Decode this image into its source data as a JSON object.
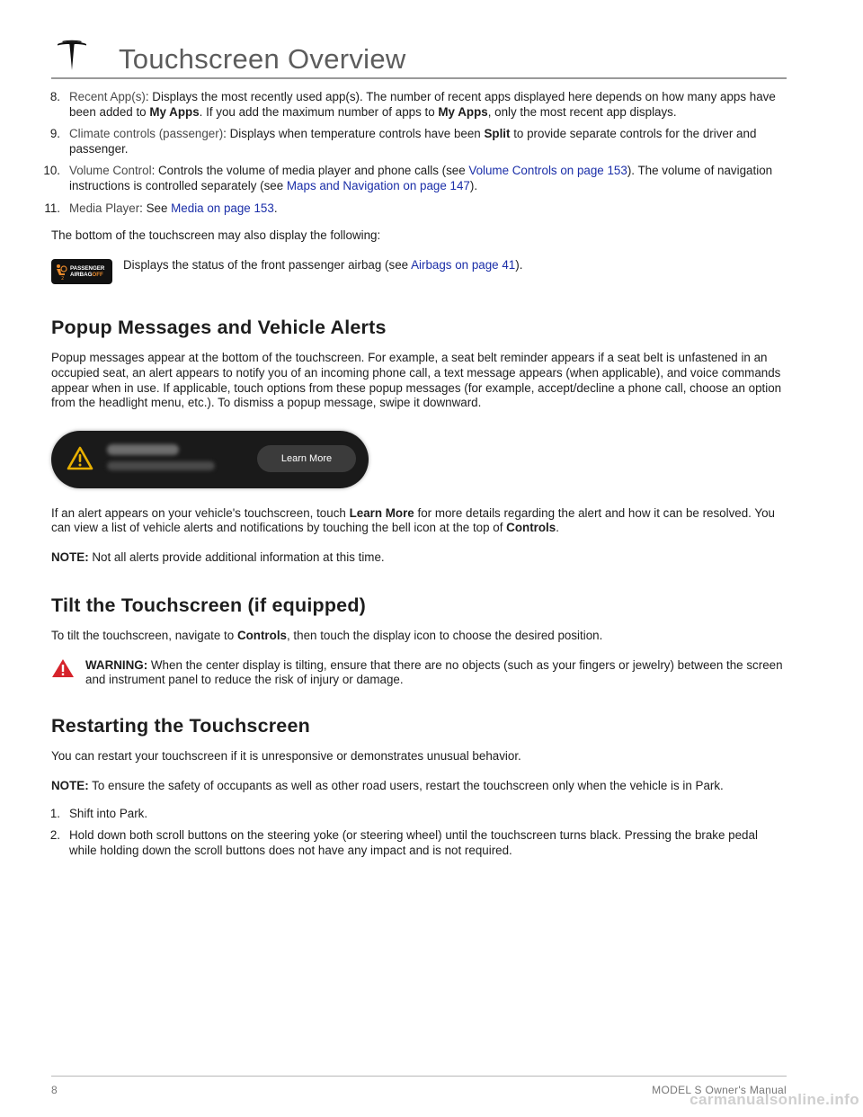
{
  "header": {
    "title": "Touchscreen Overview"
  },
  "list1": [
    {
      "num": "8.",
      "term": "Recent App(s)",
      "segments": [
        {
          "t": ": Displays the most recently used app(s). The number of recent apps displayed here depends on how many apps have been added to "
        },
        {
          "b": "My Apps"
        },
        {
          "t": ". If you add the maximum number of apps to "
        },
        {
          "b": "My Apps"
        },
        {
          "t": ", only the most recent app displays."
        }
      ]
    },
    {
      "num": "9.",
      "term": "Climate controls (passenger)",
      "segments": [
        {
          "t": ": Displays when temperature controls have been "
        },
        {
          "b": "Split"
        },
        {
          "t": " to provide separate controls for the driver and passenger."
        }
      ]
    },
    {
      "num": "10.",
      "term": "Volume Control",
      "segments": [
        {
          "t": ": Controls the volume of media player and phone calls (see "
        },
        {
          "l": "Volume Controls on page 153"
        },
        {
          "t": "). The volume of navigation instructions is controlled separately (see "
        },
        {
          "l": "Maps and Navigation on page 147"
        },
        {
          "t": ")."
        }
      ]
    },
    {
      "num": "11.",
      "term": "Media Player",
      "segments": [
        {
          "t": ": See "
        },
        {
          "l": "Media on page 153"
        },
        {
          "t": "."
        }
      ]
    }
  ],
  "bottom_intro": "The bottom of the touchscreen may also display the following:",
  "airbag": {
    "badge_line1": "PASSENGER",
    "badge_line2a": "AIRBAG",
    "badge_line2b": "OFF",
    "text_before": "Displays the status of the front passenger airbag (see ",
    "link": "Airbags on page 41",
    "text_after": ")."
  },
  "popup_section": {
    "heading": "Popup Messages and Vehicle Alerts",
    "para": "Popup messages appear at the bottom of the touchscreen. For example, a seat belt reminder appears if a seat belt is unfastened in an occupied seat, an alert appears to notify you of an incoming phone call, a text message appears (when applicable), and voice commands appear when in use. If applicable, touch options from these popup messages (for example, accept/decline a phone call, choose an option from the headlight menu, etc.). To dismiss a popup message, swipe it downward.",
    "popup_button": "Learn More",
    "alert_p1": "If an alert appears on your vehicle's touchscreen, touch ",
    "alert_b1": "Learn More",
    "alert_p2": " for more details regarding the alert and how it can be resolved. You can view a list of vehicle alerts and notifications by touching the bell icon at the top of ",
    "alert_b2": "Controls",
    "alert_p3": ".",
    "note_label": "NOTE:",
    "note_text": " Not all alerts provide additional information at this time."
  },
  "tilt_section": {
    "heading": "Tilt the Touchscreen (if equipped)",
    "p1": "To tilt the touchscreen, navigate to ",
    "b1": "Controls",
    "p2": ", then touch the display icon to choose the desired position.",
    "warning_label": "WARNING:",
    "warning_text": " When the center display is tilting, ensure that there are no objects (such as your fingers or jewelry) between the screen and instrument panel to reduce the risk of injury or damage."
  },
  "restart_section": {
    "heading": "Restarting the Touchscreen",
    "intro": "You can restart your touchscreen if it is unresponsive or demonstrates unusual behavior.",
    "note_label": "NOTE:",
    "note_text": " To ensure the safety of occupants as well as other road users, restart the touchscreen only when the vehicle is in Park.",
    "steps": [
      {
        "num": "1.",
        "text": "Shift into Park."
      },
      {
        "num": "2.",
        "text": "Hold down both scroll buttons on the steering yoke (or steering wheel) until the touchscreen turns black. Pressing the brake pedal while holding down the scroll buttons does not have any impact and is not required."
      }
    ]
  },
  "footer": {
    "page": "8",
    "manual": "MODEL S Owner's Manual"
  },
  "watermark": "carmanualsonline.info",
  "colors": {
    "link": "#1a2ea8",
    "warning": "#d6232b",
    "alert_icon": "#e8b000",
    "airbag_off": "#e8892b"
  }
}
